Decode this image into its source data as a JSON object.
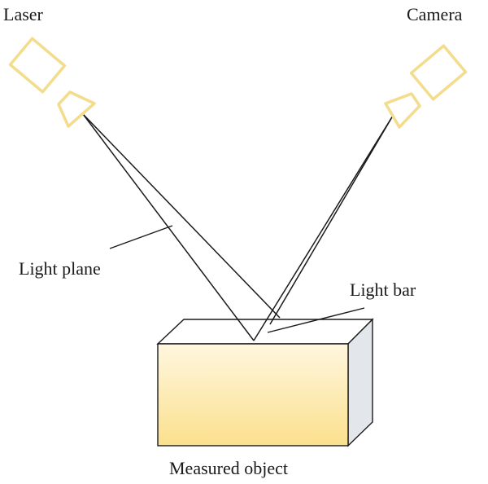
{
  "labels": {
    "laser": "Laser",
    "camera": "Camera",
    "light_plane": "Light plane",
    "light_bar": "Light bar",
    "measured_object": "Measured object"
  },
  "colors": {
    "device_outline": "#f3dc8c",
    "beam": "#1a1a1a",
    "box_top": "#ffffff",
    "box_front_top": "#fff7df",
    "box_front_bottom": "#fbe08d",
    "box_side": "#e3e6ea",
    "box_stroke": "#1a1a1a"
  },
  "icons": {
    "laser": "laser-emitter-icon",
    "camera": "camera-icon"
  }
}
